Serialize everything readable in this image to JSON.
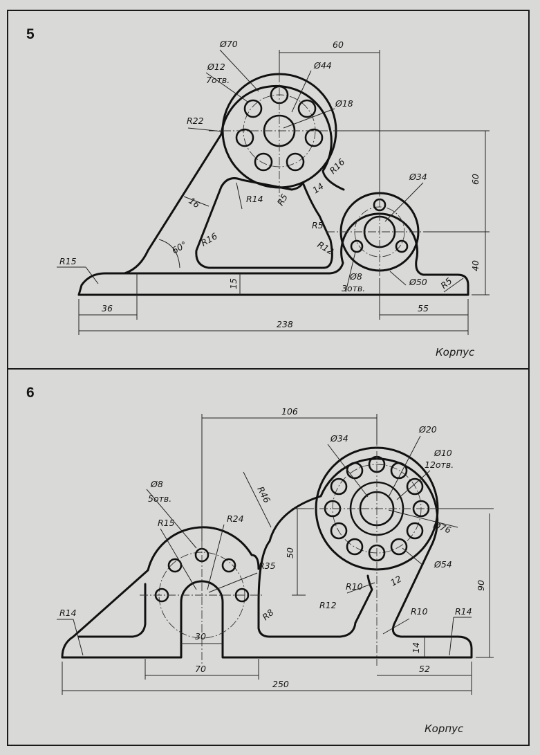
{
  "drawing5": {
    "number": "5",
    "caption": "Корпус",
    "dims": {
      "d70": "Ø70",
      "d12": "Ø12",
      "holes7": "7отв.",
      "d44": "Ø44",
      "d18": "Ø18",
      "r22": "R22",
      "w60": "60",
      "h60": "60",
      "r16a": "R16",
      "d34": "Ø34",
      "t16": "16",
      "r14": "R14",
      "r5a": "R5",
      "t14": "14",
      "r5b": "R5",
      "a60": "60°",
      "r16b": "R16",
      "r12": "R12",
      "r15": "R15",
      "d8": "Ø8",
      "holes3": "3отв.",
      "d50": "Ø50",
      "r5c": "R5",
      "h40": "40",
      "h15": "15",
      "w36": "36",
      "w55": "55",
      "w238": "238"
    }
  },
  "drawing6": {
    "number": "6",
    "caption": "Корпус",
    "dims": {
      "w106": "106",
      "d34": "Ø34",
      "d20": "Ø20",
      "d10": "Ø10",
      "holes12": "12отв.",
      "r46": "R46",
      "d8": "Ø8",
      "holes5": "5отв.",
      "r15": "R15",
      "r24": "R24",
      "d76": "Ø76",
      "h50": "50",
      "r35": "R35",
      "d54": "Ø54",
      "r10a": "R10",
      "t12": "12",
      "h90": "90",
      "r14a": "R14",
      "r8": "R8",
      "r12": "R12",
      "r10b": "R10",
      "r14b": "R14",
      "w30": "30",
      "h14": "14",
      "w70": "70",
      "w52": "52",
      "w250": "250"
    }
  }
}
